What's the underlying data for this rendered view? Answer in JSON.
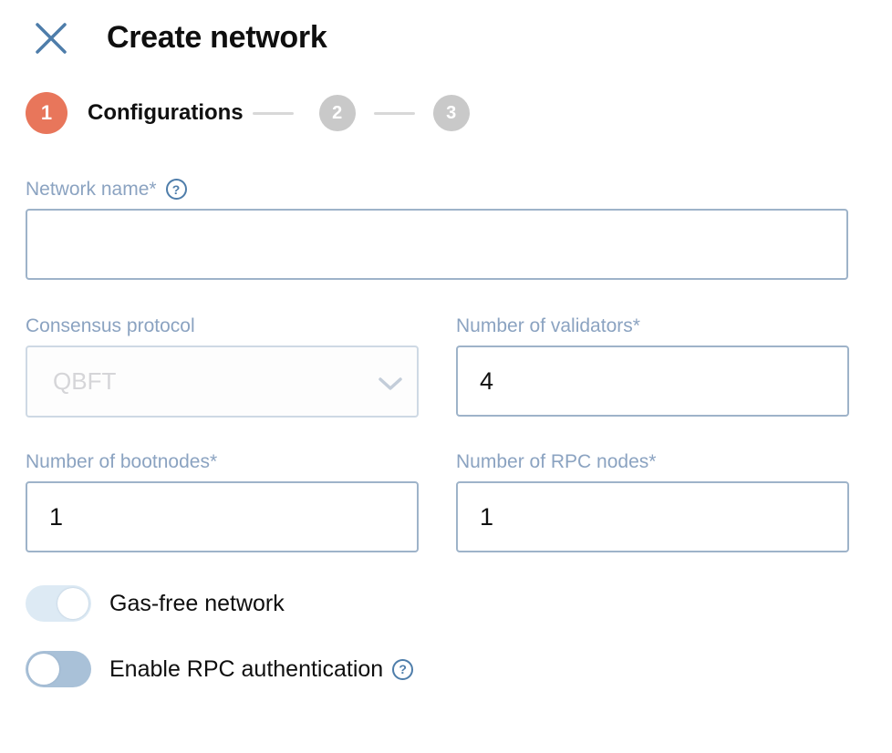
{
  "header": {
    "title": "Create network"
  },
  "stepper": {
    "steps": [
      {
        "number": "1",
        "label": "Configurations",
        "state": "active"
      },
      {
        "number": "2",
        "label": "",
        "state": "inactive"
      },
      {
        "number": "3",
        "label": "",
        "state": "inactive"
      }
    ]
  },
  "form": {
    "network_name": {
      "label": "Network name*",
      "value": "",
      "placeholder": ""
    },
    "consensus_protocol": {
      "label": "Consensus protocol",
      "value": "QBFT",
      "disabled": true
    },
    "validators": {
      "label": "Number of validators*",
      "value": "4"
    },
    "bootnodes": {
      "label": "Number of bootnodes*",
      "value": "1"
    },
    "rpc_nodes": {
      "label": "Number of RPC nodes*",
      "value": "1"
    },
    "gas_free": {
      "label": "Gas-free network",
      "state": "on"
    },
    "rpc_auth": {
      "label": "Enable RPC authentication",
      "state": "off"
    }
  },
  "icons": {
    "help": "?"
  },
  "colors": {
    "step_active": "#e8765b",
    "step_inactive": "#c9c9c9",
    "label_blue": "#8ba3c1",
    "input_border": "#9eb3c9",
    "disabled_border": "#ced9e4",
    "disabled_text": "#d5d5d8",
    "close_icon_blue": "#4e7daa",
    "toggle_on_track": "#ddeaf4",
    "toggle_off_track": "#a9c1d8",
    "connector_gray": "#d8d8d8"
  }
}
